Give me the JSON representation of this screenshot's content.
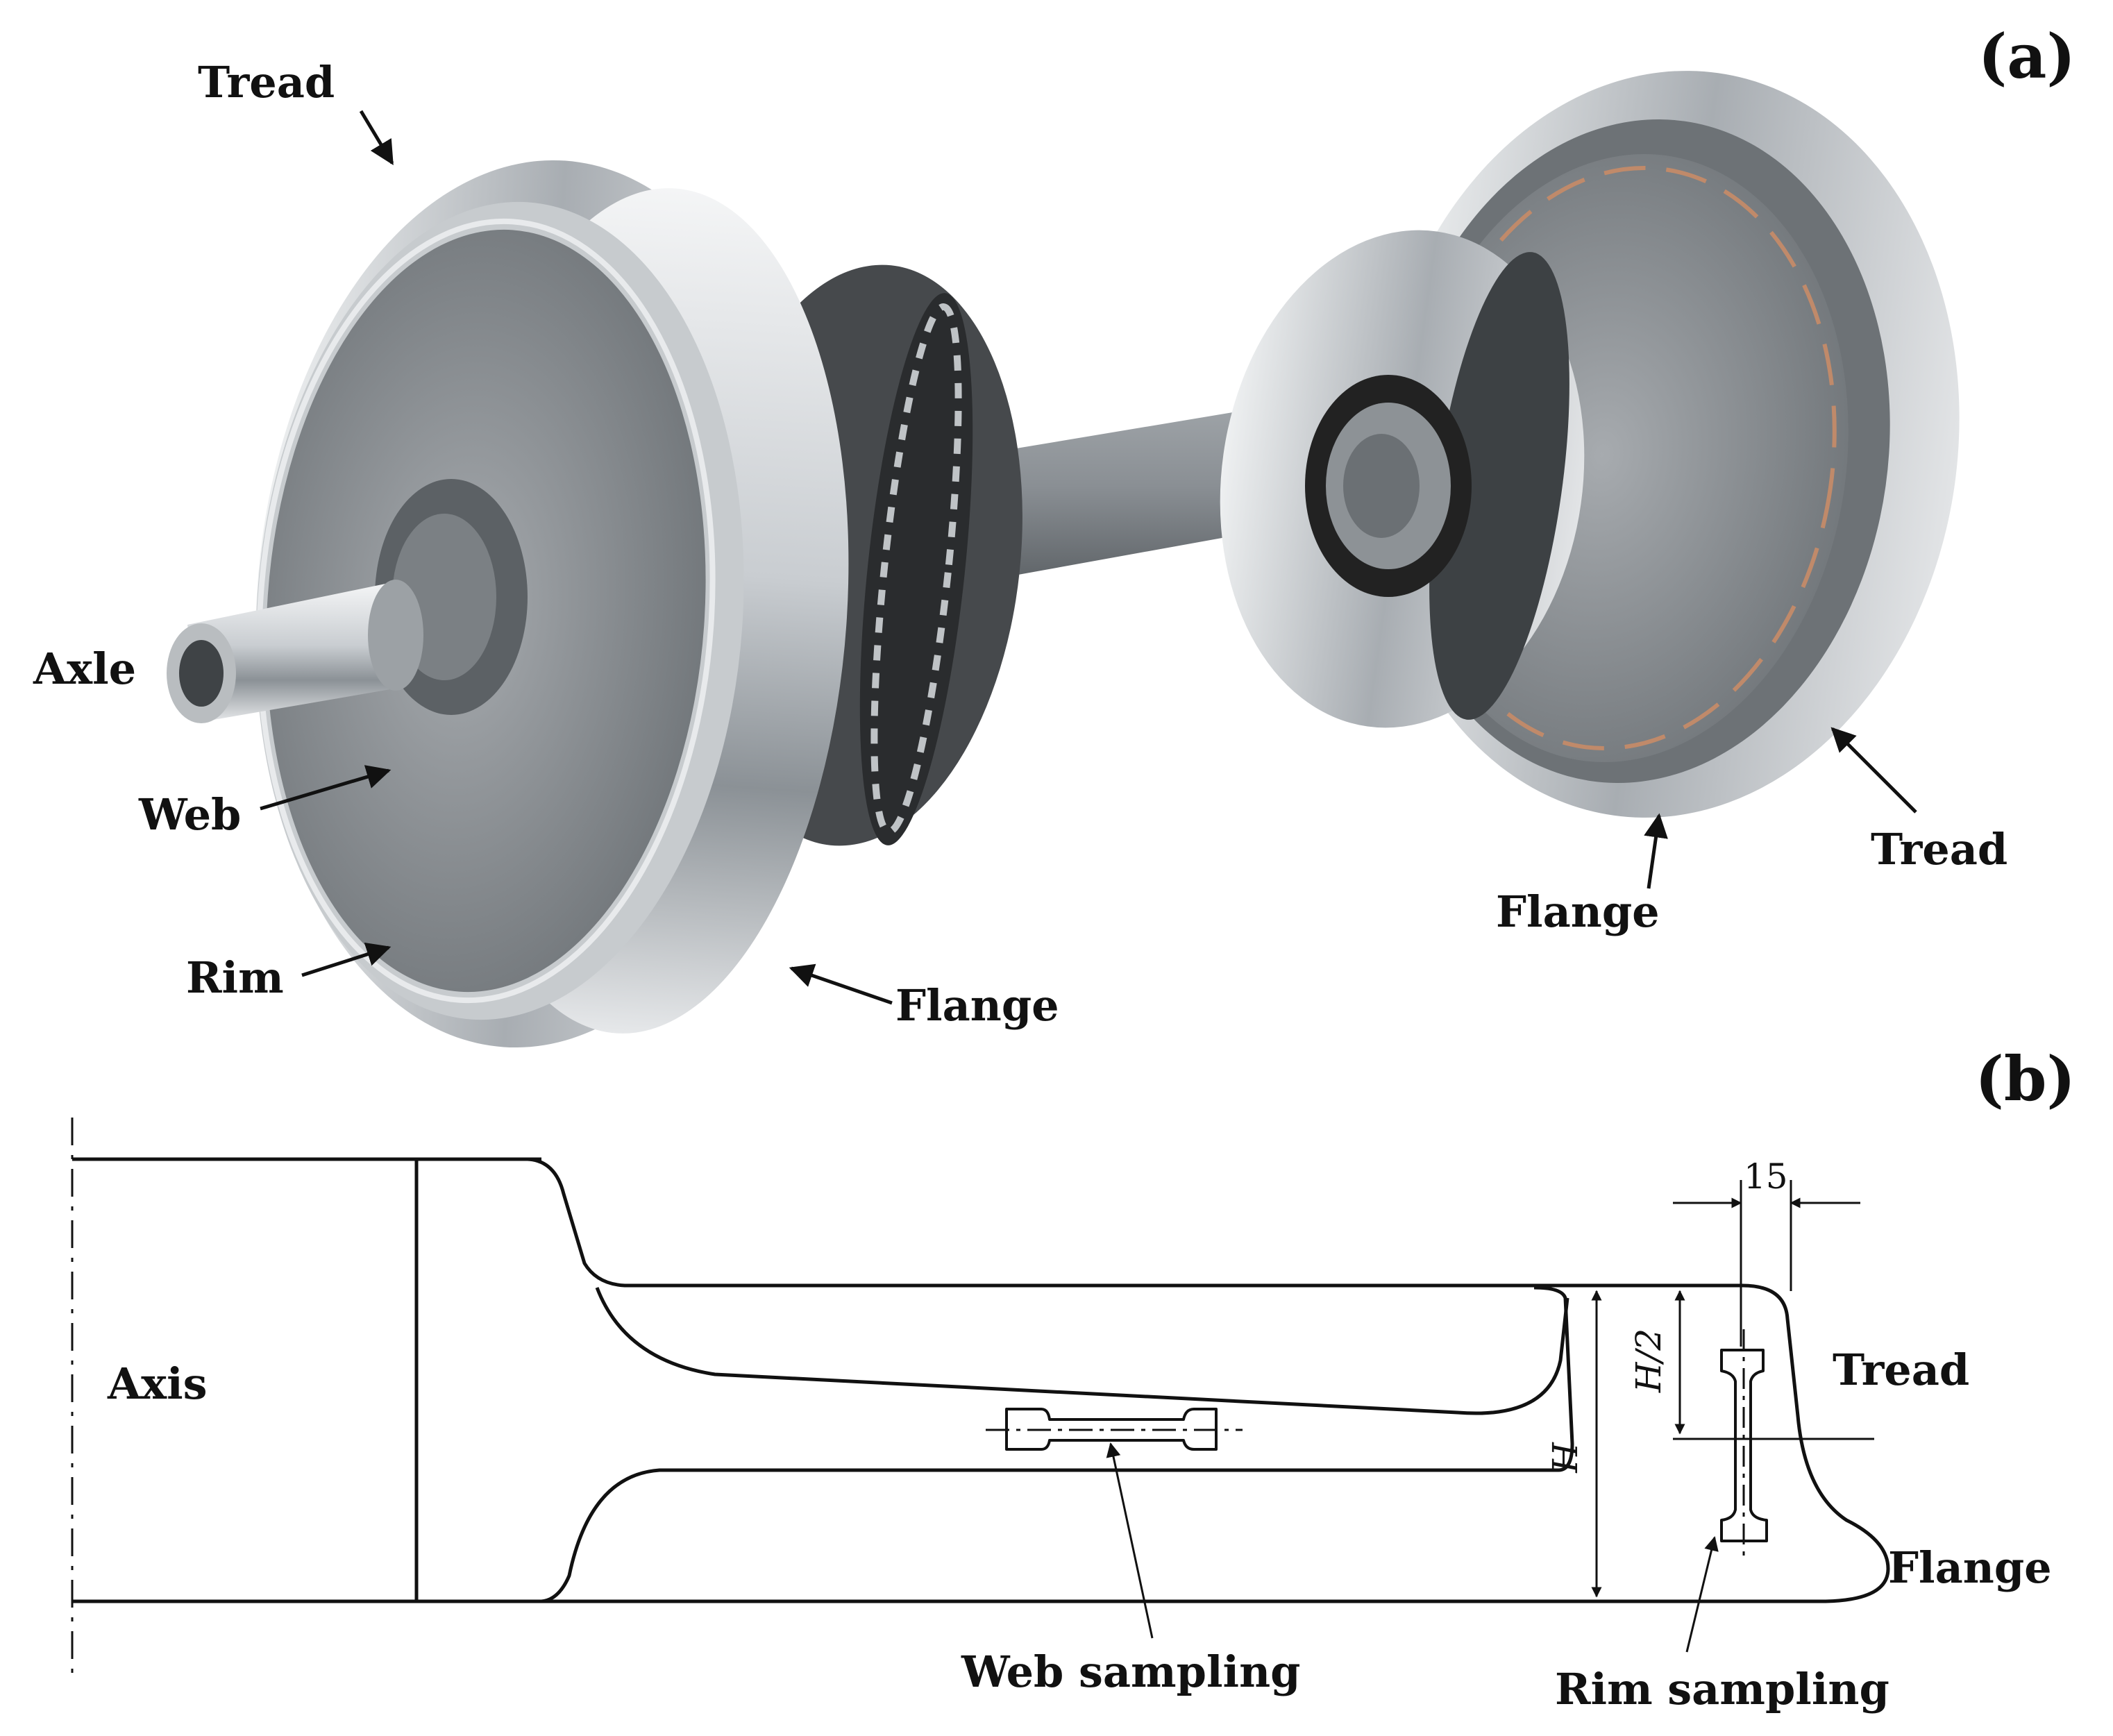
{
  "panel_a": {
    "label": "(a)",
    "labels": {
      "tread_left": "Tread",
      "axle": "Axle",
      "web": "Web",
      "rim": "Rim",
      "flange_left": "Flange",
      "flange_right": "Flange",
      "tread_right": "Tread"
    }
  },
  "panel_b": {
    "label": "(b)",
    "labels": {
      "axis": "Axis",
      "tread": "Tread",
      "flange": "Flange",
      "web_sampling": "Web sampling",
      "rim_sampling": "Rim sampling"
    },
    "dimensions": {
      "width": "15",
      "full_height": "H",
      "half_height": "H/2"
    }
  },
  "colors": {
    "steel_light": "#e4e6e8",
    "steel_dark": "#7d8388",
    "paint_grey": "#8c9196",
    "paint_dark": "#5b6064",
    "ink": "#111111"
  }
}
